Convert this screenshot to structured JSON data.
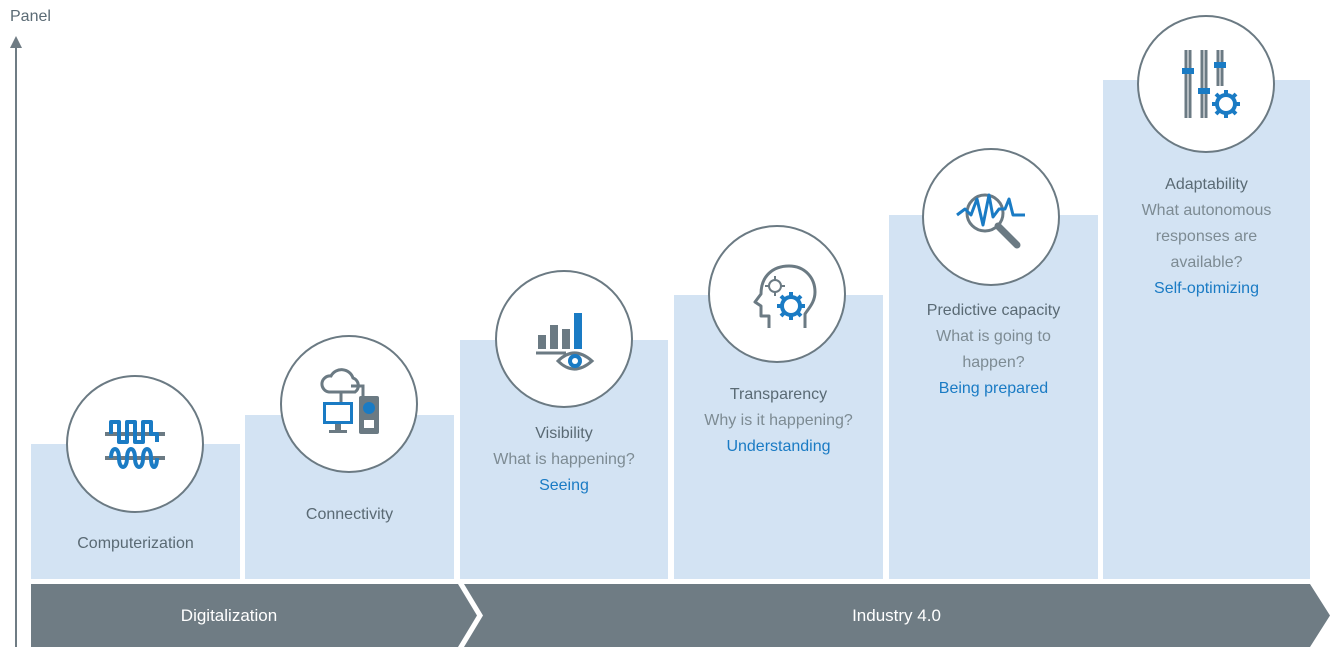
{
  "axis": {
    "label": "Panel"
  },
  "stages": [
    {
      "id": "computerization",
      "title": "Computerization",
      "question": "",
      "subtitle": "",
      "icon": "signal-waves-icon"
    },
    {
      "id": "connectivity",
      "title": "Connectivity",
      "question": "",
      "subtitle": "",
      "icon": "cloud-devices-icon"
    },
    {
      "id": "visibility",
      "title": "Visibility",
      "question": "What is happening?",
      "subtitle": "Seeing",
      "icon": "bar-chart-eye-icon"
    },
    {
      "id": "transparency",
      "title": "Transparency",
      "question": "Why is it happening?",
      "subtitle": "Understanding",
      "icon": "head-gears-icon"
    },
    {
      "id": "predictive",
      "title": "Predictive capacity",
      "question_line1": "What is going to",
      "question_line2": "happen?",
      "subtitle": "Being prepared",
      "icon": "magnifier-signal-icon"
    },
    {
      "id": "adaptability",
      "title": "Adaptability",
      "question_line1": "What autonomous",
      "question_line2": "responses are",
      "question_line3": "available?",
      "subtitle": "Self-optimizing",
      "icon": "sliders-gear-icon"
    }
  ],
  "bands": [
    {
      "label": "Digitalization"
    },
    {
      "label": "Industry 4.0"
    }
  ],
  "colors": {
    "step_fill": "#d3e3f3",
    "band_fill": "#6f7c84",
    "accent": "#1a7bc4",
    "icon_gray": "#6b7a83"
  }
}
